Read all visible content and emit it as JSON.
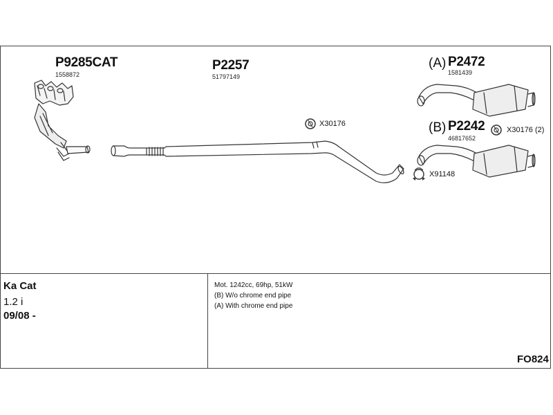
{
  "parts": {
    "catalyst": {
      "number": "P9285CAT",
      "oem": "1558872"
    },
    "middle_pipe": {
      "number": "P2257",
      "oem": "51797149"
    },
    "rear_a": {
      "variant": "(A)",
      "number": "P2472",
      "oem": "1581439"
    },
    "rear_b": {
      "variant": "(B)",
      "number": "P2242",
      "oem": "46817652"
    }
  },
  "accessories": {
    "clamp_middle": {
      "code": "X30176",
      "icon": "rubber-ring-icon"
    },
    "clamp_rear": {
      "code": "X30176 (2)",
      "icon": "rubber-ring-icon"
    },
    "clamp_b": {
      "code": "X91148",
      "icon": "pipe-clamp-icon"
    }
  },
  "vehicle": {
    "name": "Ka Cat",
    "engine": "1.2 i",
    "year": "09/08 -"
  },
  "notes": [
    "Mot. 1242cc, 69hp, 51kW",
    "(B) W/o chrome end pipe",
    "(A) With chrome end pipe"
  ],
  "diagram_code": "FO824"
}
